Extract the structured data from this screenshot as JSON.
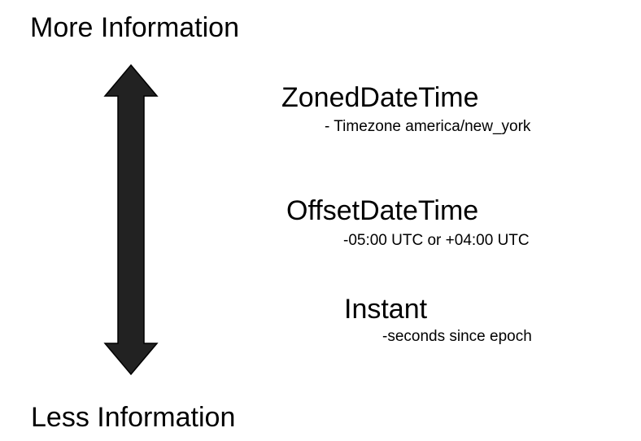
{
  "scale": {
    "top_label": "More Information",
    "bottom_label": "Less Information"
  },
  "types": [
    {
      "name": "ZonedDateTime",
      "description": "- Timezone america/new_york"
    },
    {
      "name": "OffsetDateTime",
      "description": "-05:00 UTC or +04:00 UTC"
    },
    {
      "name": "Instant",
      "description": "-seconds since epoch"
    }
  ],
  "colors": {
    "arrow_fill": "#222222",
    "arrow_stroke": "#000000",
    "text": "#000000",
    "background": "#ffffff"
  }
}
